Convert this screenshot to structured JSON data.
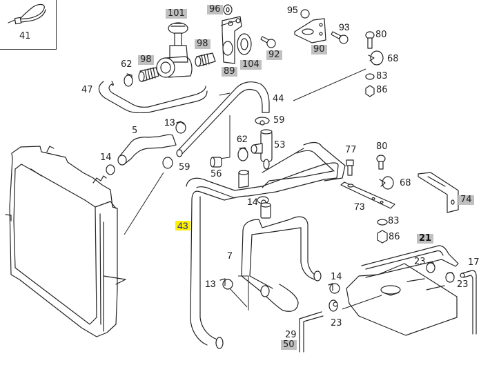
{
  "diagram": {
    "title": "Radiator and coolant hose assembly – exploded parts view",
    "highlight_colors": {
      "grey": "#c0c0c0",
      "yellow": "#ffef00"
    },
    "inset": {
      "part": "41",
      "icon": "cable-tie-icon"
    },
    "labels": [
      {
        "id": "l41",
        "text": "41",
        "style": "plain"
      },
      {
        "id": "l101",
        "text": "101",
        "style": "grey"
      },
      {
        "id": "l96",
        "text": "96",
        "style": "grey"
      },
      {
        "id": "l95",
        "text": "95",
        "style": "bold"
      },
      {
        "id": "l93",
        "text": "93",
        "style": "bold"
      },
      {
        "id": "l80a",
        "text": "80",
        "style": "plain"
      },
      {
        "id": "l62a",
        "text": "62",
        "style": "plain"
      },
      {
        "id": "l98a",
        "text": "98",
        "style": "grey"
      },
      {
        "id": "l98b",
        "text": "98",
        "style": "grey"
      },
      {
        "id": "l89",
        "text": "89",
        "style": "grey"
      },
      {
        "id": "l104",
        "text": "104",
        "style": "grey"
      },
      {
        "id": "l92",
        "text": "92",
        "style": "grey"
      },
      {
        "id": "l90",
        "text": "90",
        "style": "grey"
      },
      {
        "id": "l68a",
        "text": "68",
        "style": "plain"
      },
      {
        "id": "l83a",
        "text": "83",
        "style": "plain"
      },
      {
        "id": "l86a",
        "text": "86",
        "style": "plain"
      },
      {
        "id": "l47",
        "text": "47",
        "style": "plain"
      },
      {
        "id": "l44",
        "text": "44",
        "style": "plain"
      },
      {
        "id": "l59a",
        "text": "59",
        "style": "plain"
      },
      {
        "id": "l5",
        "text": "5",
        "style": "plain"
      },
      {
        "id": "l13a",
        "text": "13",
        "style": "bold"
      },
      {
        "id": "l62b",
        "text": "62",
        "style": "bold"
      },
      {
        "id": "l53",
        "text": "53",
        "style": "plain"
      },
      {
        "id": "l77",
        "text": "77",
        "style": "plain"
      },
      {
        "id": "l80b",
        "text": "80",
        "style": "plain"
      },
      {
        "id": "l14a",
        "text": "14",
        "style": "plain"
      },
      {
        "id": "l59b",
        "text": "59",
        "style": "plain"
      },
      {
        "id": "l56",
        "text": "56",
        "style": "plain"
      },
      {
        "id": "l68b",
        "text": "68",
        "style": "plain"
      },
      {
        "id": "l14b",
        "text": "14",
        "style": "bold"
      },
      {
        "id": "l73",
        "text": "73",
        "style": "bold"
      },
      {
        "id": "l74",
        "text": "74",
        "style": "grey"
      },
      {
        "id": "l43",
        "text": "43",
        "style": "yellow"
      },
      {
        "id": "l83b",
        "text": "83",
        "style": "plain"
      },
      {
        "id": "l86b",
        "text": "86",
        "style": "plain"
      },
      {
        "id": "l21",
        "text": "21",
        "style": "grey"
      },
      {
        "id": "l7",
        "text": "7",
        "style": "bold"
      },
      {
        "id": "l23a",
        "text": "23",
        "style": "plain"
      },
      {
        "id": "l17",
        "text": "17",
        "style": "plain"
      },
      {
        "id": "l13b",
        "text": "13",
        "style": "bold"
      },
      {
        "id": "l14c",
        "text": "14",
        "style": "plain"
      },
      {
        "id": "l23b",
        "text": "23",
        "style": "plain"
      },
      {
        "id": "l23c",
        "text": "23",
        "style": "plain"
      },
      {
        "id": "l29",
        "text": "29",
        "style": "plain"
      },
      {
        "id": "l50",
        "text": "50",
        "style": "grey"
      }
    ],
    "parts": [
      {
        "name": "radiator",
        "icon": "radiator-icon"
      },
      {
        "name": "gate-valve",
        "icon": "valve-icon"
      },
      {
        "name": "expansion-tank",
        "icon": "tank-icon"
      },
      {
        "name": "hose-47",
        "icon": "hose-icon"
      },
      {
        "name": "hose-44",
        "icon": "hose-icon"
      },
      {
        "name": "hose-43",
        "icon": "hose-icon"
      },
      {
        "name": "hose-5",
        "icon": "hose-icon"
      },
      {
        "name": "hose-7",
        "icon": "hose-icon"
      },
      {
        "name": "bracket-73",
        "icon": "bracket-icon"
      },
      {
        "name": "bracket-74",
        "icon": "bracket-icon"
      },
      {
        "name": "bracket-89",
        "icon": "bracket-icon"
      },
      {
        "name": "bracket-90",
        "icon": "bracket-icon"
      }
    ]
  }
}
